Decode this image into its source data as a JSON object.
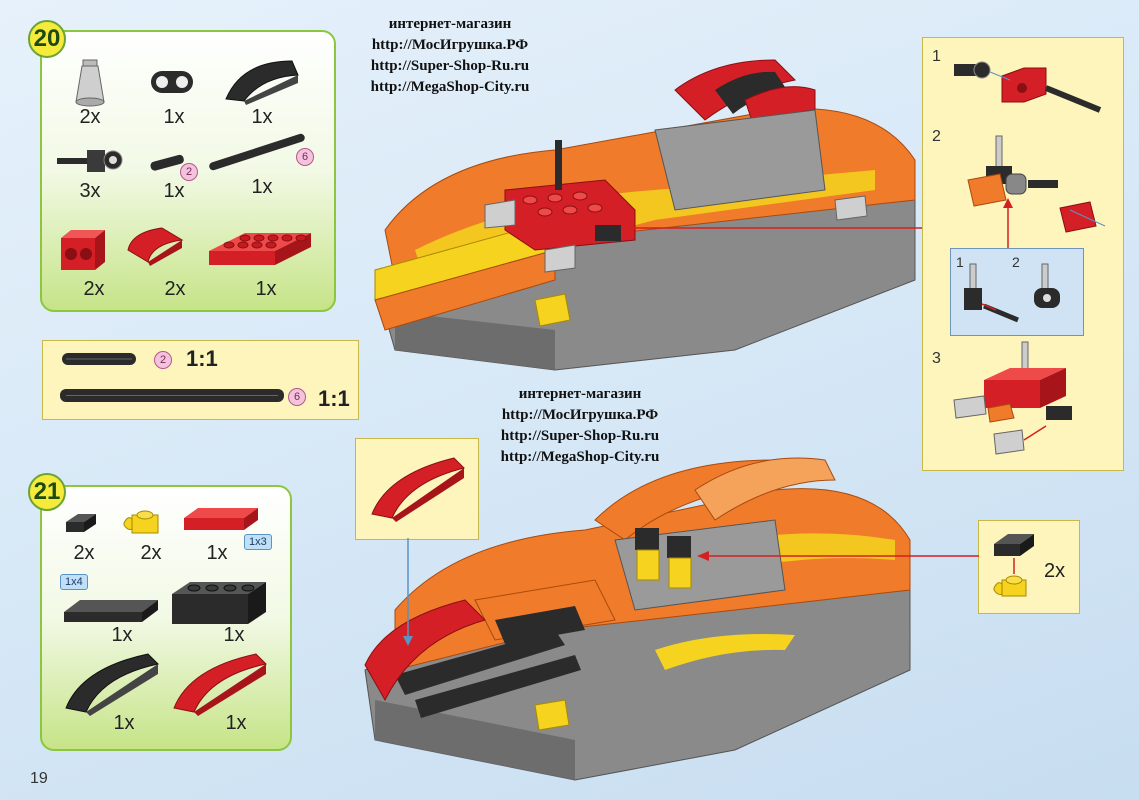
{
  "page_number": "19",
  "watermark": {
    "heading": "интернет-магазин",
    "links": [
      "http://МосИгрушка.РФ",
      "http://Super-Shop-Ru.ru",
      "http://MegaShop-City.ru"
    ]
  },
  "step20": {
    "number": "20",
    "quantities": [
      "2x",
      "1x",
      "1x",
      "3x",
      "1x",
      "1x",
      "2x",
      "2x",
      "1x"
    ],
    "length_badges": [
      "2",
      "6"
    ]
  },
  "ratio_box": {
    "rows": [
      {
        "badge": "2",
        "ratio": "1:1"
      },
      {
        "badge": "6",
        "ratio": "1:1"
      }
    ]
  },
  "step21": {
    "number": "21",
    "quantities": [
      "2x",
      "2x",
      "1x",
      "1x",
      "1x",
      "1x",
      "1x"
    ],
    "size_tags": [
      "1x3",
      "1x4"
    ]
  },
  "substeps": {
    "labels": [
      "1",
      "2",
      "3"
    ],
    "inset_labels": [
      "1",
      "2"
    ]
  },
  "callout_step21": {
    "quantity": "2x"
  },
  "colors": {
    "background": "#d5e7f6",
    "panel_border": "#8cc63f",
    "badge_fill": "#f6ea3a",
    "brick_red": "#d41f26",
    "brick_orange": "#f07b2a",
    "brick_gray": "#8a8a8a",
    "brick_black": "#2b2b2b",
    "brick_yellow": "#f5d31e",
    "arrow_red": "#d42020"
  }
}
